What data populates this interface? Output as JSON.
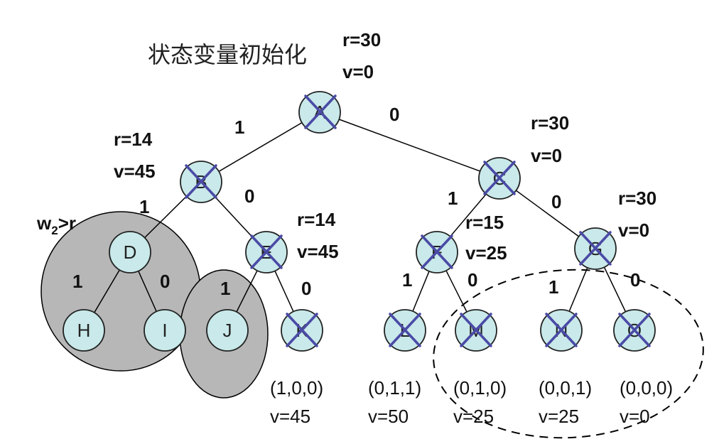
{
  "title": "状态变量初始化",
  "root_state": {
    "r": "r=30",
    "v": "v=0"
  },
  "nodes": {
    "A": "A",
    "B": "B",
    "C": "C",
    "D": "D",
    "E": "E",
    "F": "F",
    "G": "G",
    "H": "H",
    "I": "I",
    "J": "J",
    "K": "K",
    "L": "L",
    "M": "M",
    "N": "N",
    "O": "O"
  },
  "edge_labels": {
    "A_B": "1",
    "A_C": "0",
    "B_D": "1",
    "B_E": "0",
    "C_F": "1",
    "C_G": "0",
    "D_H": "1",
    "D_I": "0",
    "E_J": "1",
    "E_K": "0",
    "F_L": "1",
    "F_M": "0",
    "G_N": "1",
    "G_O": "0"
  },
  "states": {
    "B": {
      "r": "r=14",
      "v": "v=45"
    },
    "C": {
      "r": "r=30",
      "v": "v=0"
    },
    "E": {
      "r": "r=14",
      "v": "v=45"
    },
    "F": {
      "r": "r=15",
      "v": "v=25"
    },
    "G": {
      "r": "r=30",
      "v": "v=0"
    }
  },
  "pruned_note": {
    "w": "w",
    "sub": "2",
    "rest": ">r"
  },
  "leaves": {
    "K": {
      "vec": "(1,0,0)",
      "v": "v=45"
    },
    "L": {
      "vec": "(0,1,1)",
      "v": "v=50"
    },
    "M": {
      "vec": "(0,1,0)",
      "v": "v=25"
    },
    "N": {
      "vec": "(0,0,1)",
      "v": "v=25"
    },
    "O": {
      "vec": "(0,0,0)",
      "v": "v=0"
    }
  },
  "crossed_nodes": [
    "A",
    "B",
    "C",
    "E",
    "F",
    "G",
    "K",
    "L",
    "M",
    "N",
    "O"
  ],
  "colors": {
    "node_fill": "#c9e9ea",
    "cross": "#4a4aa6",
    "pruned_region": "#b7b7b7"
  }
}
